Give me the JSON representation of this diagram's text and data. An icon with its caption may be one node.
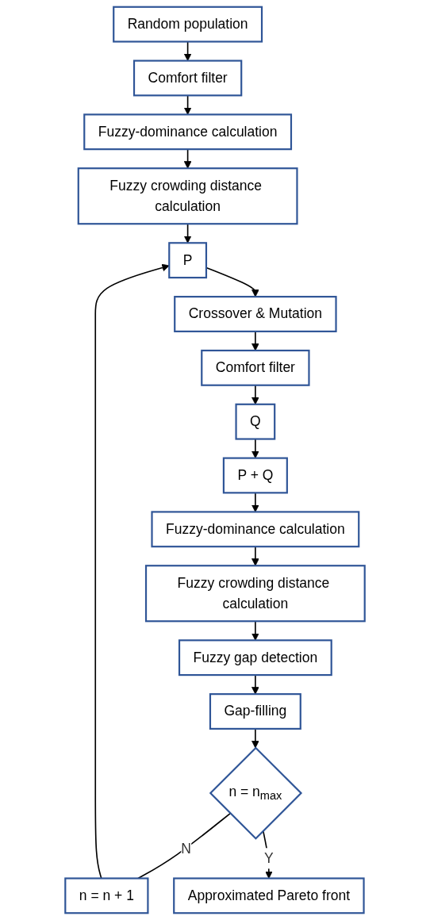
{
  "diagram": {
    "nodes": [
      {
        "text": [
          "Random population"
        ]
      },
      {
        "text": [
          "Comfort filter"
        ]
      },
      {
        "text": [
          "Fuzzy-dominance calculation"
        ]
      },
      {
        "text": [
          "Fuzzy crowding distance calculation"
        ]
      },
      {
        "text": [
          "P"
        ]
      },
      {
        "text": [
          "Crossover & Mutation"
        ]
      },
      {
        "text": [
          "Comfort filter"
        ]
      },
      {
        "text": [
          "Q"
        ]
      },
      {
        "text": [
          "P + Q"
        ]
      },
      {
        "text": [
          "Fuzzy-dominance calculation"
        ]
      },
      {
        "text": [
          "Fuzzy crowding distance calculation"
        ]
      },
      {
        "text": [
          "Fuzzy gap detection"
        ]
      },
      {
        "text": [
          "Gap-filling"
        ]
      },
      {
        "text": [
          "n = n$_{max}$"
        ]
      },
      {
        "text": [
          "n = n + 1"
        ]
      },
      {
        "text": [
          "Approximated Pareto front"
        ]
      }
    ],
    "edges": [
      {
        "from": 0,
        "to": 1,
        "arrow": "to"
      },
      {
        "from": 1,
        "to": 2,
        "arrow": "to"
      },
      {
        "from": 2,
        "to": 3,
        "arrow": "to"
      },
      {
        "from": 3,
        "to": 4,
        "arrow": "to"
      },
      {
        "from": 4,
        "to": 5,
        "arrow": "to"
      },
      {
        "from": 5,
        "to": 6,
        "arrow": "to"
      },
      {
        "from": 6,
        "to": 7,
        "arrow": "to"
      },
      {
        "from": 7,
        "to": 8,
        "arrow": "to"
      },
      {
        "from": 8,
        "to": 9,
        "arrow": "to"
      },
      {
        "from": 9,
        "to": 10,
        "arrow": "to"
      },
      {
        "from": 10,
        "to": 11,
        "arrow": "to"
      },
      {
        "from": 11,
        "to": 12,
        "arrow": "to"
      },
      {
        "from": 12,
        "to": 13,
        "arrow": "to"
      },
      {
        "from": 13,
        "to": 14,
        "label": "N",
        "arrow": "none"
      },
      {
        "from": 14,
        "to": 4,
        "arrow": "to"
      },
      {
        "from": 13,
        "to": 15,
        "label": "Y",
        "arrow": "to"
      }
    ]
  }
}
